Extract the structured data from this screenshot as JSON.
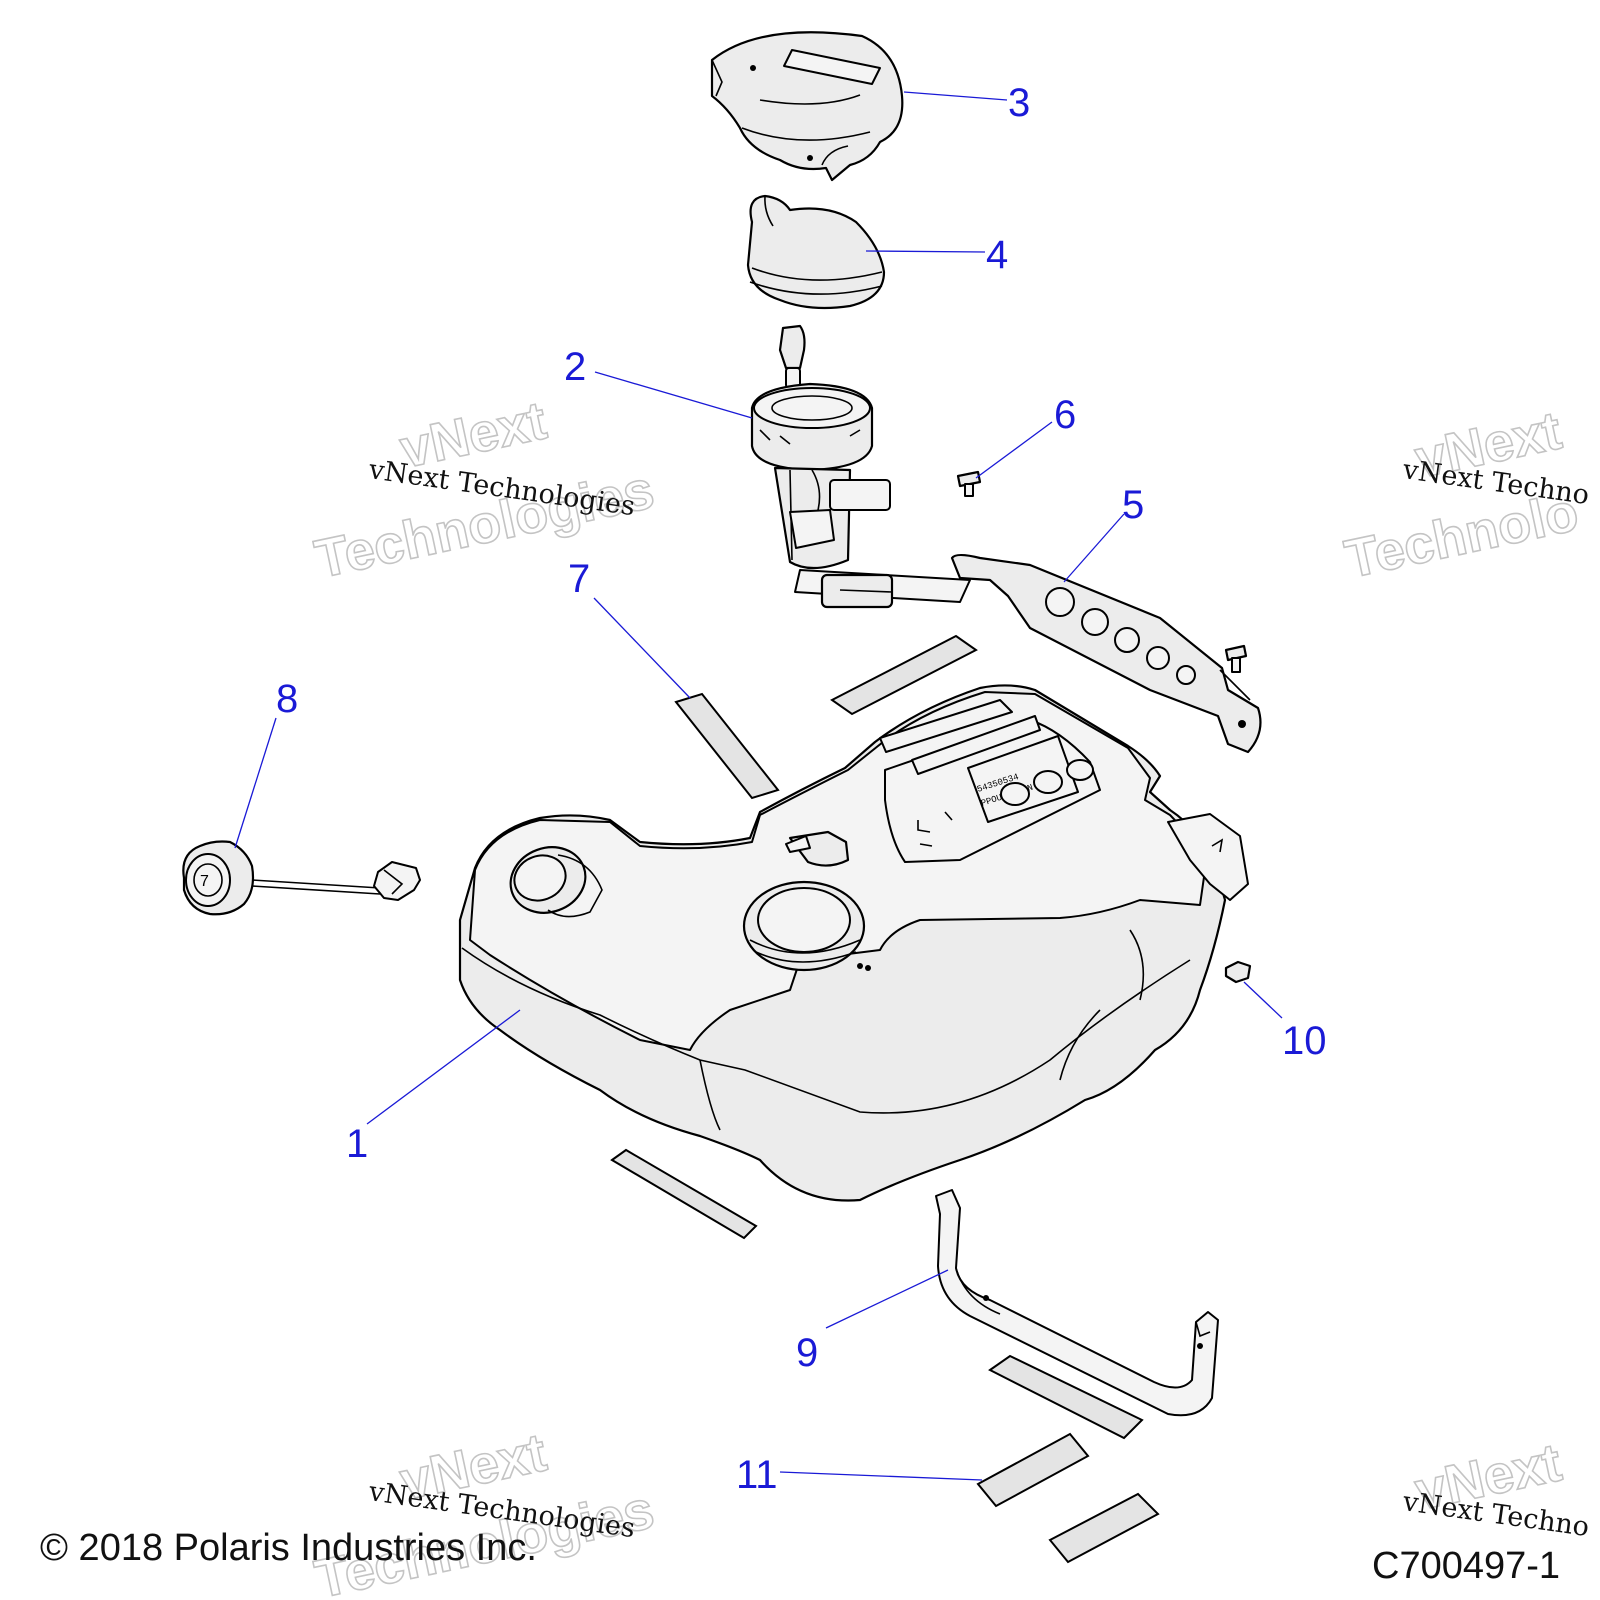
{
  "callouts": [
    {
      "label": "1"
    },
    {
      "label": "2"
    },
    {
      "label": "3"
    },
    {
      "label": "4"
    },
    {
      "label": "5"
    },
    {
      "label": "6"
    },
    {
      "label": "7"
    },
    {
      "label": "8"
    },
    {
      "label": "9"
    },
    {
      "label": "10"
    },
    {
      "label": "11"
    }
  ],
  "watermark": {
    "small": "vNext Technologies",
    "big_line1": "vNext",
    "big_line2": "Technologies",
    "right_small": "vNext Techno",
    "right_big_line1": "vNext",
    "right_big_line2": "Technolo"
  },
  "footer": {
    "copyright": "© 2018 Polaris Industries Inc.",
    "figure_id": "C700497-1"
  },
  "colors": {
    "callout": "#1a1ad6",
    "line": "#000000",
    "fill": "#ececec"
  }
}
